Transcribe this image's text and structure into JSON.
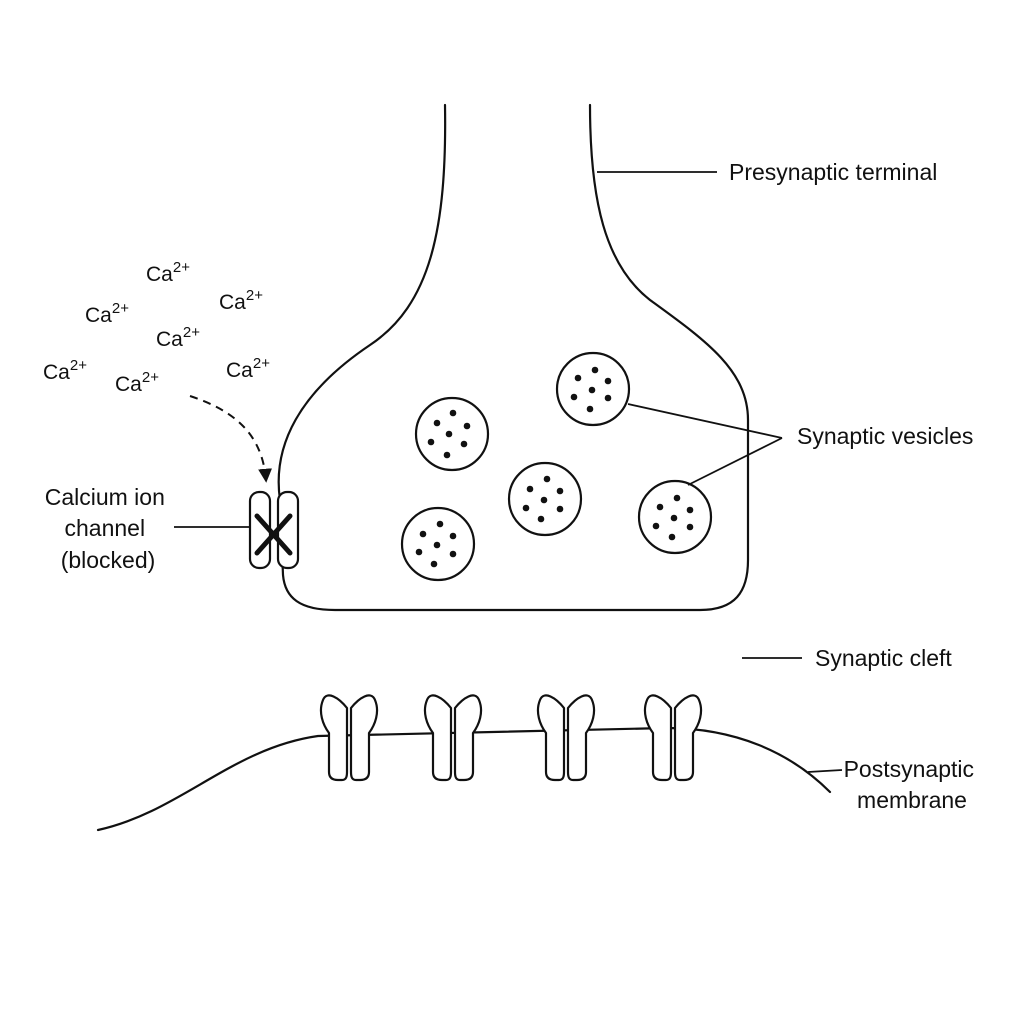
{
  "diagram": {
    "labels": {
      "presynaptic_terminal": "Presynaptic terminal",
      "synaptic_vesicles": "Synaptic vesicles",
      "calcium_channel_line1": "Calcium ion",
      "calcium_channel_line2": "channel",
      "calcium_channel_line3": "(blocked)",
      "synaptic_cleft": "Synaptic cleft",
      "postsynaptic_line1": "Postsynaptic",
      "postsynaptic_line2": "membrane"
    },
    "ion": {
      "symbol": "Ca",
      "charge": "2+"
    },
    "ion_count": 7,
    "vesicle_count": 5,
    "receptor_count": 4
  }
}
